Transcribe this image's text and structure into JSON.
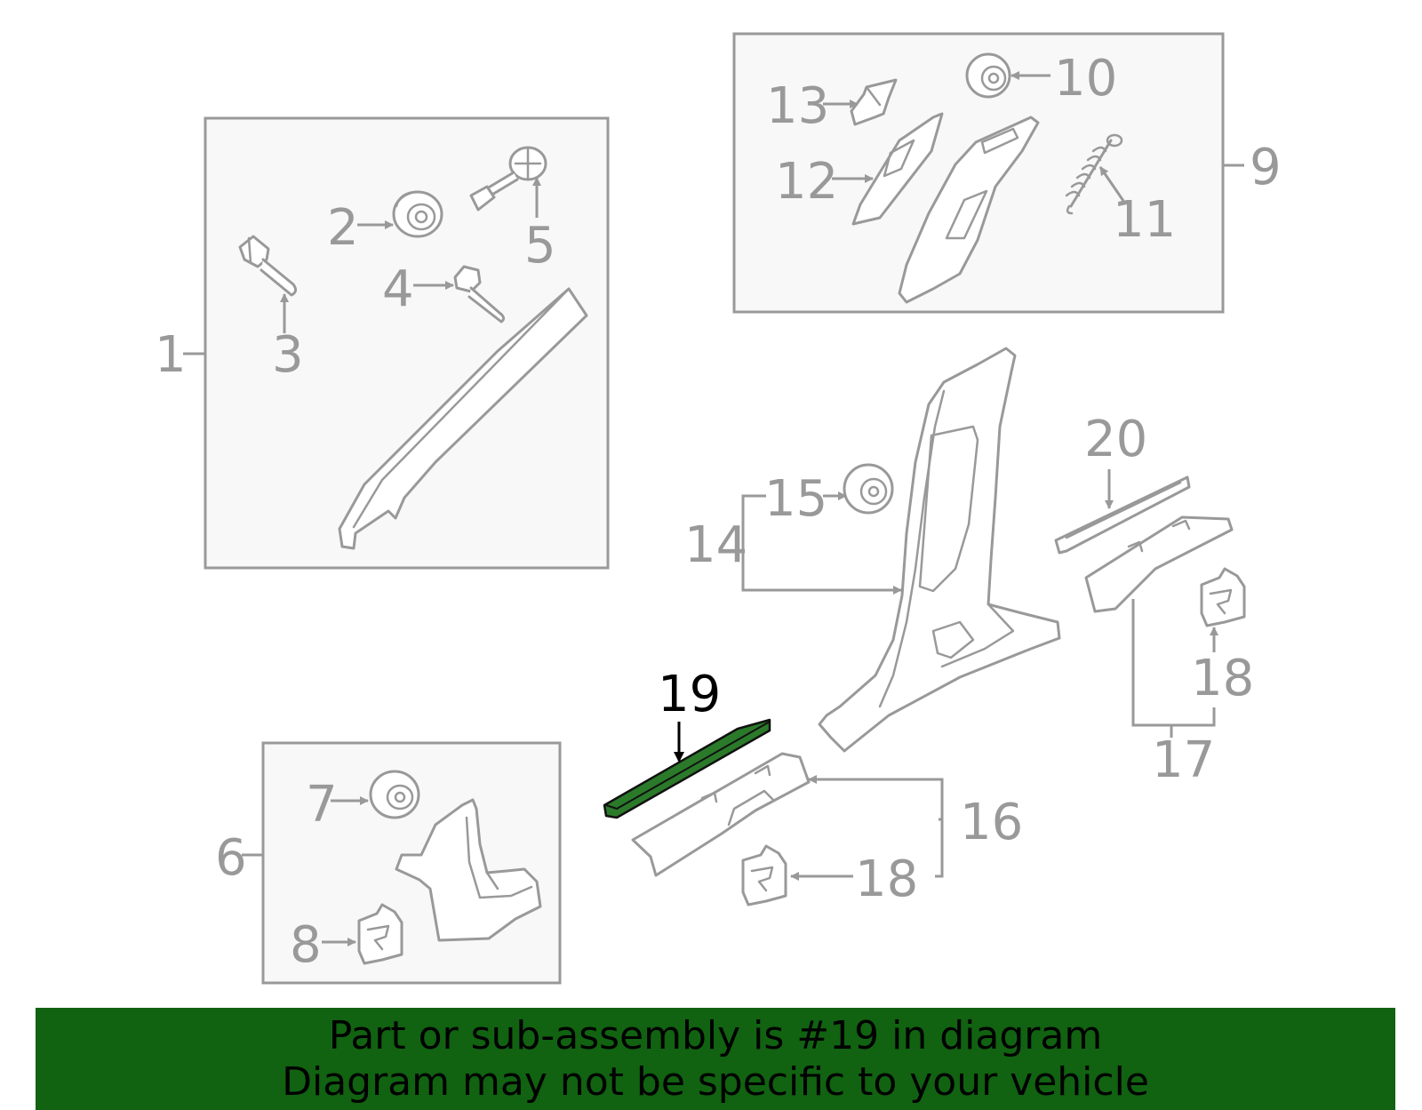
{
  "highlight_color": "#2a7a2a",
  "banner_color": "#116211",
  "callouts": {
    "c1": "1",
    "c2": "2",
    "c3": "3",
    "c4": "4",
    "c5": "5",
    "c6": "6",
    "c7": "7",
    "c8": "8",
    "c9": "9",
    "c10": "10",
    "c11": "11",
    "c12": "12",
    "c13": "13",
    "c14": "14",
    "c15": "15",
    "c16": "16",
    "c17": "17",
    "c18a": "18",
    "c18b": "18",
    "c19": "19",
    "c20": "20"
  },
  "banner": {
    "line1": "Part or sub-assembly is #19 in diagram",
    "line2": "Diagram may not be specific to your vehicle"
  }
}
